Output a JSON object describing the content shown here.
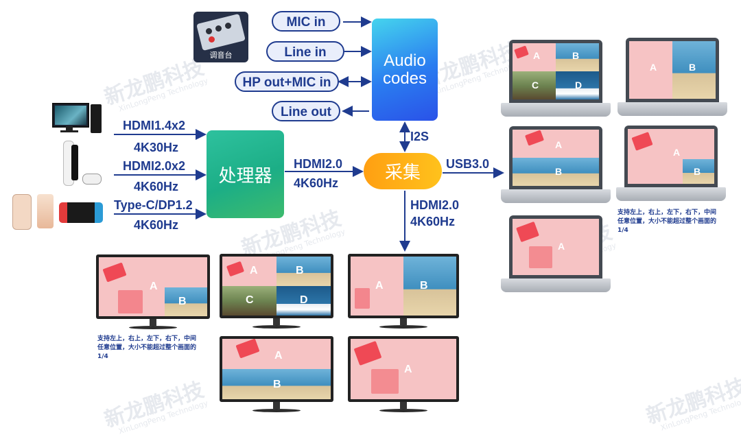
{
  "watermark": {
    "text": "新龙鹏科技",
    "subtext": "XinLongPeng Technology"
  },
  "mixer": {
    "caption": "调音台",
    "icon": "audio-mixer-icon"
  },
  "audio_ports": [
    "MIC in",
    "Line in",
    "HP out+MIC in",
    "Line out"
  ],
  "audio_box": {
    "line1": "Audio",
    "line2": "codes"
  },
  "processor": {
    "label": "处理器"
  },
  "capture": {
    "label": "采集"
  },
  "inputs": [
    {
      "line1": "HDMI1.4x2",
      "line2": "4K30Hz",
      "device": "desktop-pc-icon"
    },
    {
      "line1": "HDMI2.0x2",
      "line2": "4K60Hz",
      "device": "game-console-icon"
    },
    {
      "line1": "Type-C/DP1.2",
      "line2": "4K60Hz",
      "device": "phone-and-switch-icon"
    }
  ],
  "links": {
    "proc_to_cap": {
      "line1": "HDMI2.0",
      "line2": "4K60Hz"
    },
    "i2s": "I2S",
    "usb": "USB3.0",
    "cap_out": {
      "line1": "HDMI2.0",
      "line2": "4K60Hz"
    }
  },
  "zones": {
    "a": "A",
    "b": "B",
    "c": "C",
    "d": "D"
  },
  "notes": {
    "pip": "支持左上，右上，左下，右下，中间任意位置，大小不能超过整个画面的1/4"
  },
  "colors": {
    "text": "#1f3b8f",
    "arrow": "#1f3b8f",
    "audio_box": "#2a7cf0",
    "processor": "#1cae86",
    "capture": "#ffb21a"
  }
}
